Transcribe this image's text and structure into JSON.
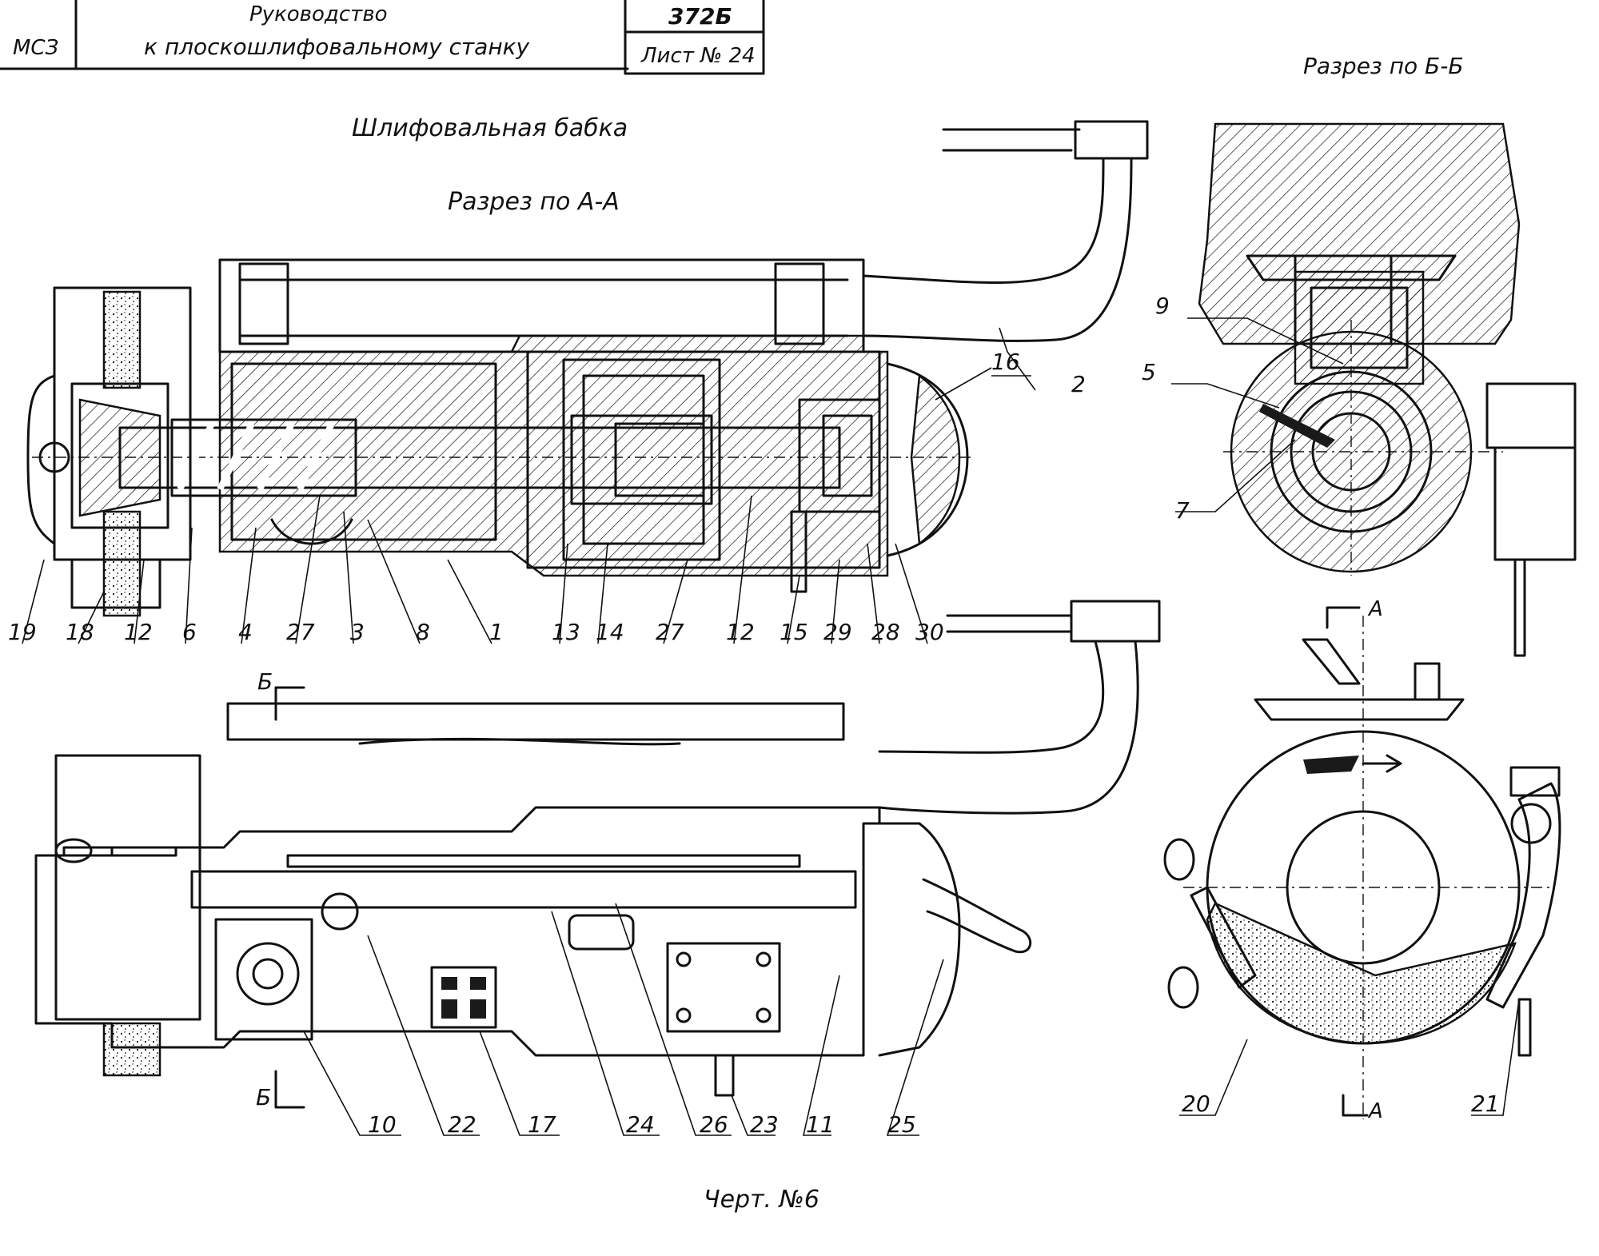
{
  "title_block": {
    "org": "МСЗ",
    "line1": "Руководство",
    "line2": "к плоскошлифовальному станку",
    "model": "372Б",
    "sheet": "Лист № 24"
  },
  "heading": "Шлифовальная бабка",
  "section_aa": "Разрез по А-А",
  "section_bb": "Разрез по Б-Б",
  "caption": "Черт. №6",
  "section_markers": {
    "a_letter": "А",
    "b_letter": "Б"
  },
  "callouts_top": [
    "19",
    "18",
    "12",
    "6",
    "4",
    "27",
    "3",
    "8",
    "1",
    "13",
    "14",
    "27",
    "12",
    "15",
    "29",
    "28",
    "30"
  ],
  "callouts_top_right": [
    "2",
    "16"
  ],
  "callouts_section_bb": [
    "9",
    "5",
    "7"
  ],
  "callouts_bottom": [
    "10",
    "22",
    "17",
    "24",
    "26",
    "23",
    "11",
    "25"
  ],
  "callouts_end_view": [
    "20",
    "21"
  ]
}
